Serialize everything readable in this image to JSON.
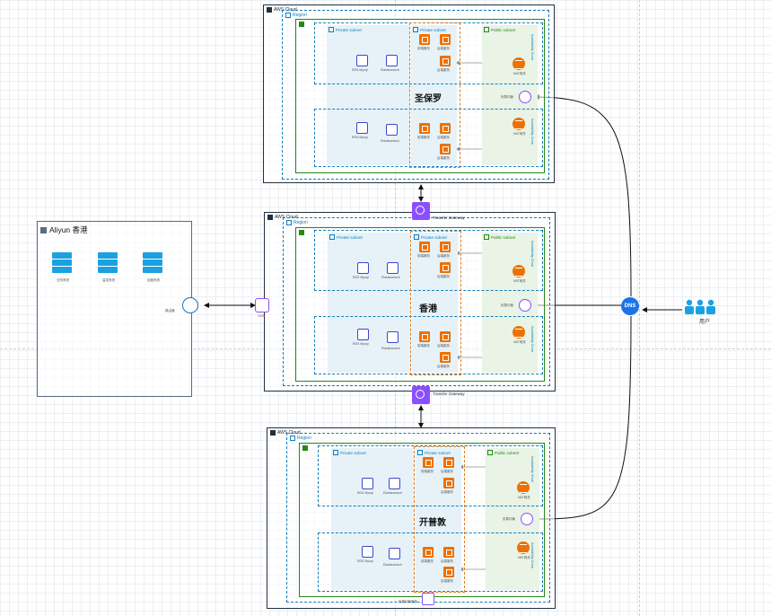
{
  "labels": {
    "aws_cloud": "AWS Cloud",
    "region": "Region",
    "vpc": "VPC",
    "private_subnet": "Private subnet",
    "public_subnet": "Public subnet",
    "availability_zone": "Availability Zone",
    "nat": "NAT网关",
    "alb": "负载均衡",
    "rds": "RDS Mysql",
    "elastic": "Elasticsearch",
    "tgw": "Transfer Gateway",
    "vgw": "VGW",
    "router": "路由器",
    "dns": "DNS",
    "users": "用户",
    "ec2_a": "前端服务",
    "ec2_b": "后端服务",
    "ec2_c": "后端服务"
  },
  "regions": [
    {
      "name": "圣保罗"
    },
    {
      "name": "香港"
    },
    {
      "name": "开普敦"
    }
  ],
  "aliyun": {
    "title": "Aliyun 香港",
    "servers": [
      "业务系统",
      "监控系统",
      "运营系统"
    ]
  },
  "bottom_service": "负载均衡服务",
  "colors": {
    "aws_orange": "#ed7100",
    "vpc_green": "#248814",
    "region_blue": "#147eba",
    "purple": "#8c4fff",
    "dns_blue": "#1a73e8",
    "server_blue": "#1ba1e2"
  }
}
